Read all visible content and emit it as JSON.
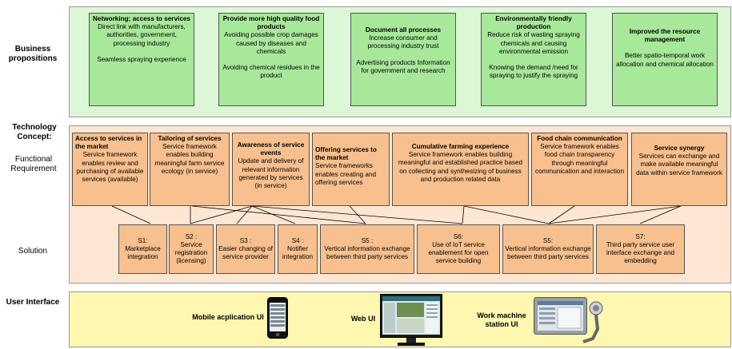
{
  "rows": {
    "business": "Business propositions",
    "technology": "Technology Concept:",
    "functional": "Functional Requirement",
    "solution": "Solution",
    "ui": "User Interface"
  },
  "propositions": [
    {
      "title": "Networking; access to services",
      "body": "Direct link with manufacturers, authorities, government, processing industry",
      "extra": "Seamless spraying experience"
    },
    {
      "title": "Provide more high quality food products",
      "body": "Avoiding possible crop damages caused by diseases and chemicals",
      "extra": "Avoiding chemical residues in the product"
    },
    {
      "title": "Document all processes",
      "body": "Increase consumer and processing industry trust",
      "extra": "Advertising products Information for government and research"
    },
    {
      "title": "Environmentally friendly production",
      "body": "Reduce risk of wasting spraying chemicals and causing environmental emission",
      "extra": "Knowing the demand /need for spraying to justify the spraying"
    },
    {
      "title": "Improved the resource management",
      "body": "",
      "extra": "Better spatio-temporal work allocation and chemical allocation"
    }
  ],
  "requirements": [
    {
      "title": "Access to services in the market",
      "body": "Service framework enables review and purchasing of available services (available)"
    },
    {
      "title": "Tailoring of services",
      "body": "Service framework enables building meaningful farm service ecology (in service)"
    },
    {
      "title": "Awareness of service events",
      "body": "Update and delivery of relevant information generated by services (in service)"
    },
    {
      "title": "Offering services to the market",
      "body": "Service frameworks enables creating and offering services"
    },
    {
      "title": "Cumulative farming experience",
      "body": "Service framework enables building meaningful and established practice based on collecting and synthesizing of business and production related data"
    },
    {
      "title": "Food chain communication",
      "body": "Service framework enables food chain transparency through meaningful communication and interaction"
    },
    {
      "title": "Service synergy",
      "body": "Services can exchange and make available meaningful data within service framework"
    }
  ],
  "solutions": [
    {
      "code": "S1:",
      "text": "Marketplace integration"
    },
    {
      "code": "S2 :",
      "text": "Service registration (licensing)"
    },
    {
      "code": "S3 :",
      "text": "Easier changing of service provider"
    },
    {
      "code": "S4 :",
      "text": "Notifier integration"
    },
    {
      "code": "S5 :",
      "text": "Vertical information exchange between third party services"
    },
    {
      "code": "S6:",
      "text": "Use of IoT service enablement for open service building"
    },
    {
      "code": "S5:",
      "text": "Vertical information exchange between third party services"
    },
    {
      "code": "S7:",
      "text": "Third party service user interface exchange and embedding"
    }
  ],
  "interfaces": {
    "mobile": "Mobile acplication UI",
    "web": "Web UI",
    "work_machine": "Work machine station UI"
  },
  "colors": {
    "proposition_fill": "#a8e89a",
    "requirement_fill": "#f8c08e",
    "ui_band": "#fdf7b0"
  }
}
